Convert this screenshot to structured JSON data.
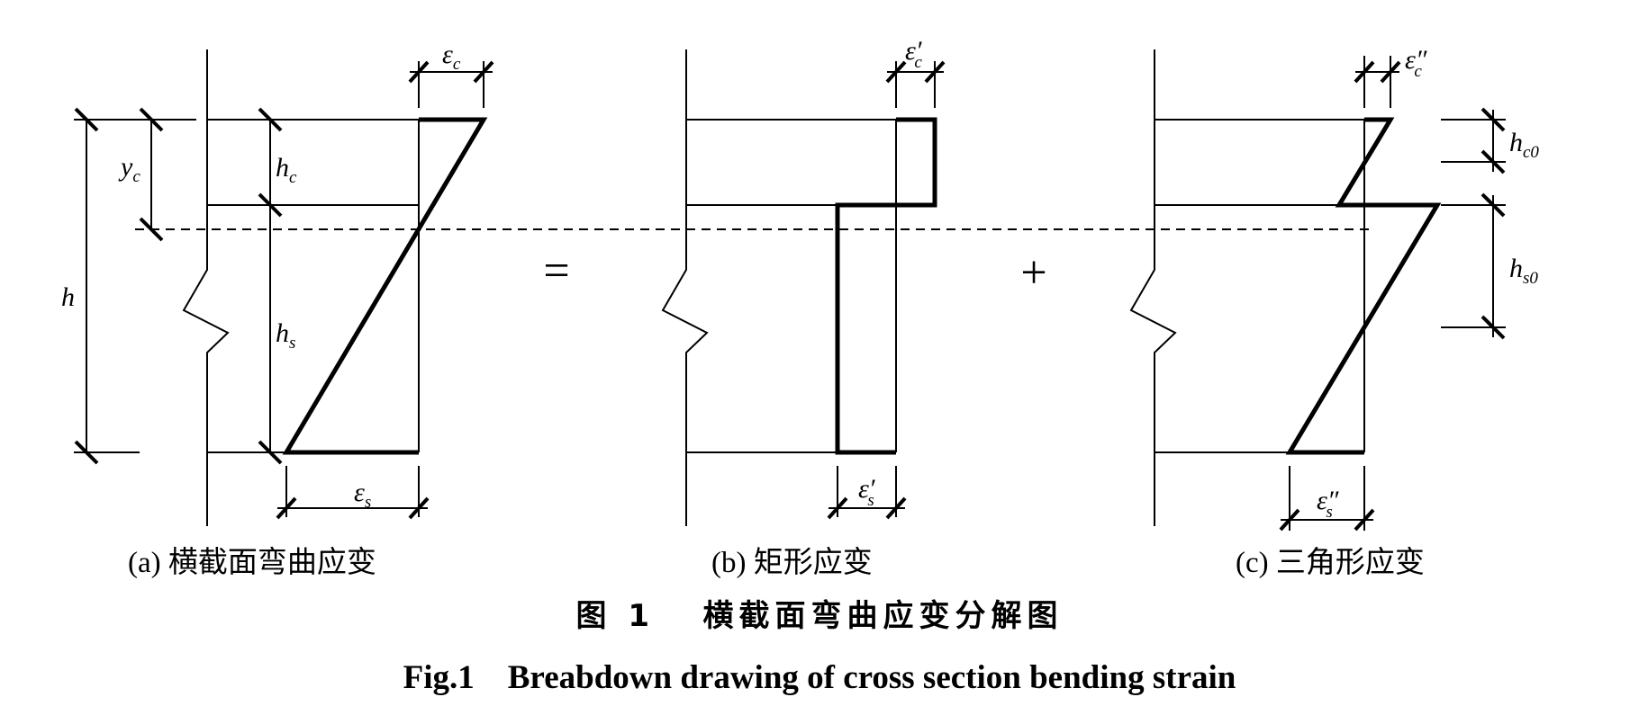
{
  "panels": {
    "a": {
      "label": "(a) 横截面弯曲应变",
      "sym_h": "h",
      "sym_yc": "y",
      "sub_yc": "c",
      "sym_hc": "h",
      "sub_hc": "c",
      "sym_hs": "h",
      "sub_hs": "s",
      "sym_ec": "ε",
      "sub_ec": "c",
      "sym_es": "ε",
      "sub_es": "s"
    },
    "b": {
      "label": "(b) 矩形应变",
      "sym_ec": "ε′",
      "sub_ec": "c",
      "sym_es": "ε′",
      "sub_es": "s"
    },
    "c": {
      "label": "(c) 三角形应变",
      "sym_ec": "ε″",
      "sub_ec": "c",
      "sym_es": "ε″",
      "sub_es": "s",
      "sym_hc0": "h",
      "sub_hc0": "c0",
      "sym_hs0": "h",
      "sub_hs0": "s0"
    }
  },
  "operators": {
    "equals": "=",
    "plus": "+"
  },
  "caption": {
    "cn": "图 1   横截面弯曲应变分解图",
    "en": "Fig.1    Breabdown drawing of cross section bending strain"
  }
}
